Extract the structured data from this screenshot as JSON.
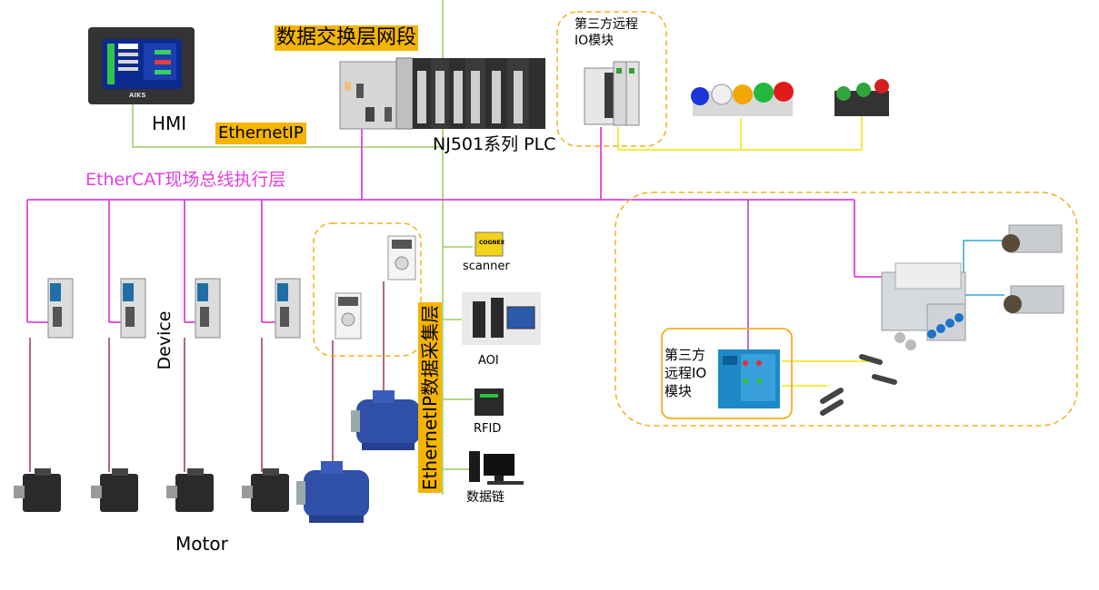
{
  "labels": {
    "data_exchange": "数据交换层网段",
    "hmi": "HMI",
    "ethernetip": "EthernetIP",
    "plc": "NJ501系列 PLC",
    "ethercat": "EtherCAT现场总线执行层",
    "remote_io_top": "第三方远程IO模块",
    "remote_io_top_line1": "第三方远程",
    "remote_io_top_line2": "IO模块",
    "remote_io_bottom_line1": "第三方",
    "remote_io_bottom_line2": "远程IO",
    "remote_io_bottom_line3": "模块",
    "device": "Device",
    "motor": "Motor",
    "ethernetip_collect": "EthernetIP数据采集层",
    "scanner": "scanner",
    "aoi": "AOI",
    "rfid": "RFID",
    "data_chain": "数据链",
    "hmi_logo": "AIKS",
    "scanner_brand": "COGNEX"
  },
  "colors": {
    "ethercat": "#e040e0",
    "ethernetip": "#9ccc65",
    "io_wire": "#f2e600",
    "highlight": "#f5b400",
    "cylinder_wire": "#2aa9d6",
    "motor_cable": "#8b1a3a",
    "dash_border": "#f2b01e"
  }
}
